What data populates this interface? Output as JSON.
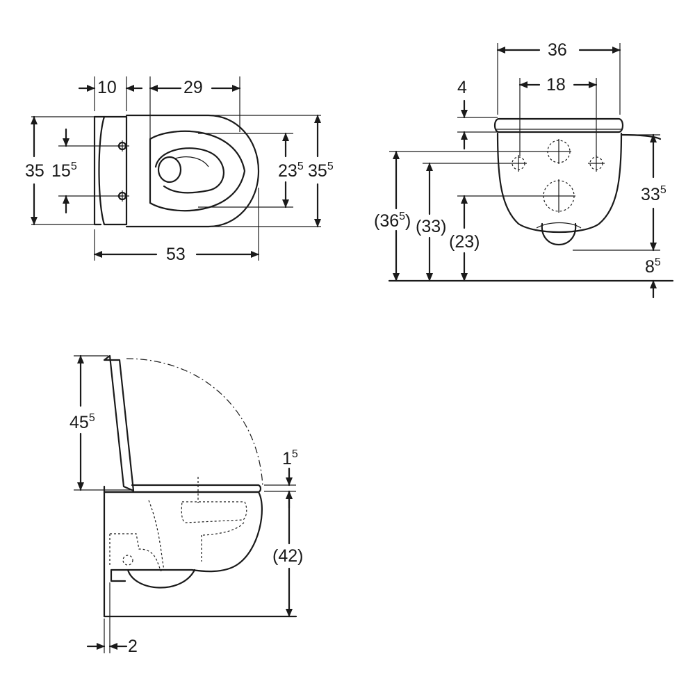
{
  "top_view": {
    "dim_10": {
      "main": "10",
      "sup": ""
    },
    "dim_29": {
      "main": "29",
      "sup": ""
    },
    "dim_35": {
      "main": "35",
      "sup": ""
    },
    "dim_15_5": {
      "main": "15",
      "sup": "5"
    },
    "dim_23_5": {
      "main": "23",
      "sup": "5"
    },
    "dim_35_5": {
      "main": "35",
      "sup": "5"
    },
    "dim_53": {
      "main": "53",
      "sup": ""
    }
  },
  "front_view": {
    "dim_36": {
      "main": "36",
      "sup": ""
    },
    "dim_18": {
      "main": "18",
      "sup": ""
    },
    "dim_4": {
      "main": "4",
      "sup": ""
    },
    "dim_33_5": {
      "main": "33",
      "sup": "5"
    },
    "dim_36_5": {
      "main": "(36",
      "sup": "5",
      "tail": ")"
    },
    "dim_33": {
      "main": "(33)",
      "sup": ""
    },
    "dim_23": {
      "main": "(23)",
      "sup": ""
    },
    "dim_8_5": {
      "main": "8",
      "sup": "5"
    }
  },
  "side_view": {
    "dim_45_5": {
      "main": "45",
      "sup": "5"
    },
    "dim_1_5": {
      "main": "1",
      "sup": "5"
    },
    "dim_42": {
      "main": "(42)",
      "sup": ""
    },
    "dim_2": {
      "main": "2",
      "sup": ""
    }
  }
}
